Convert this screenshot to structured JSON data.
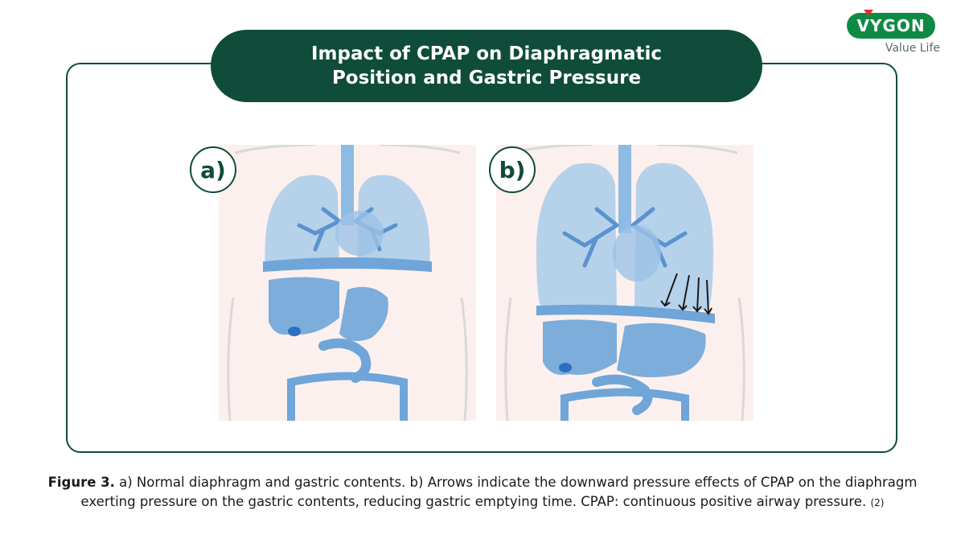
{
  "title": "Impact of CPAP on Diaphragmatic\nPosition and Gastric Pressure",
  "logo": {
    "brand": "VYGON",
    "tagline": "Value Life"
  },
  "panels": {
    "a": {
      "label": "a)"
    },
    "b": {
      "label": "b)"
    }
  },
  "caption": {
    "figure_label": "Figure 3.",
    "text": " a) Normal diaphragm and gastric contents. b) Arrows indicate the downward pressure effects of CPAP on the diaphragm exerting pressure on the gastric contents, reducing gastric emptying time. CPAP: continuous positive airway pressure. ",
    "ref": "(2)"
  },
  "colors": {
    "banner": "#0f4c3a",
    "logo_green": "#0f8a45",
    "logo_red": "#e0312b",
    "organ_blue": "#6fa5d8",
    "organ_dark": "#4a86c5",
    "skin_bg": "#fcf0ee",
    "body_outline": "#d9d9d9"
  }
}
